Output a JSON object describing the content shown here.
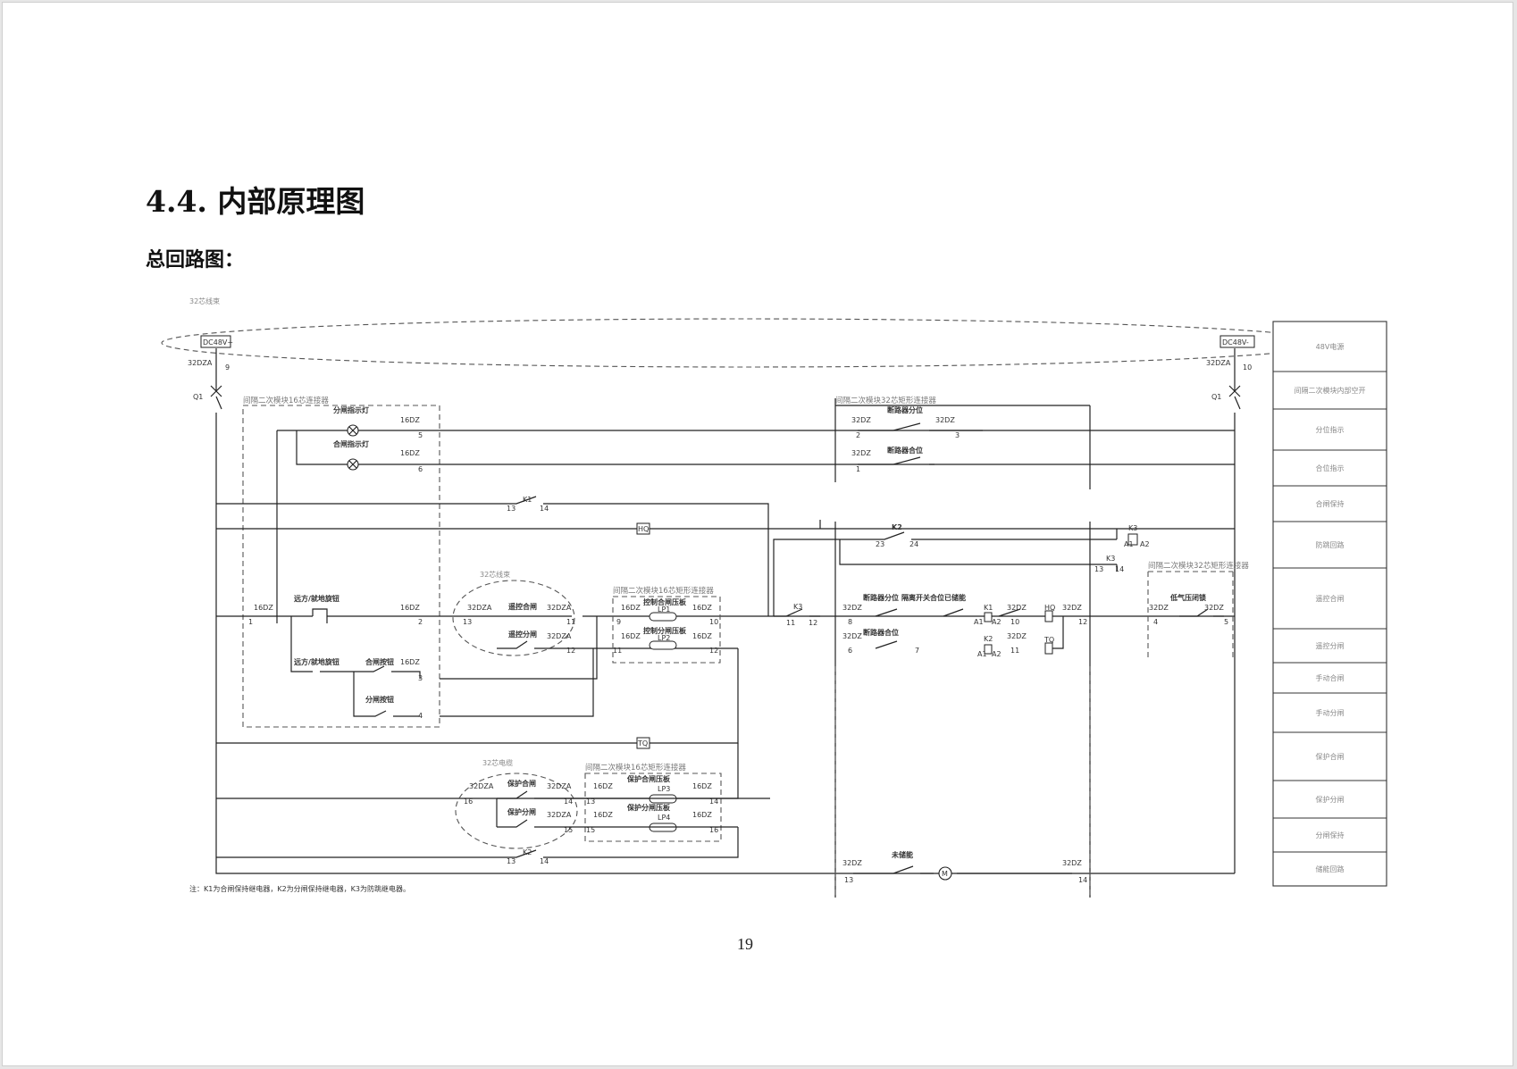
{
  "section_title": "4.4. 内部原理图",
  "sub_title": "总回路图：",
  "page_number": "19",
  "diagram": {
    "harness_32": "32芯线束",
    "dc_pos": "DC48V+",
    "dc_neg": "DC48V-",
    "q1": "Q1",
    "block_16core_left": "间隔二次模块16芯连接器",
    "block_32rect_top": "间隔二次模块32芯矩形连接器",
    "block_16core_ctrl": "间隔二次模块16芯矩形连接器",
    "block_16core_prot": "间隔二次模块16芯矩形连接器",
    "block_32rect_right": "间隔二次模块32芯矩形连接器",
    "harness_32_small": "32芯线束",
    "cable_32": "32芯电缆",
    "open_lamp": "分闸指示灯",
    "close_lamp": "合闸指示灯",
    "remote_local_switch": "远方/就地旋钮",
    "close_button": "合闸按钮",
    "open_button": "分闸按钮",
    "remote_close": "遥控合闸",
    "remote_open": "遥控分闸",
    "ctrl_close_plate": "控制合闸压板",
    "ctrl_open_plate": "控制分闸压板",
    "prot_close": "保护合闸",
    "prot_open": "保护分闸",
    "prot_close_plate": "保护合闸压板",
    "prot_open_plate": "保护分闸压板",
    "lp1": "LP1",
    "lp2": "LP2",
    "lp3": "LP3",
    "lp4": "LP4",
    "cb_open_pos": "断路器分位",
    "cb_close_pos": "断路器合位",
    "iso_closed": "隔离开关合位",
    "stored": "已储能",
    "not_stored": "未储能",
    "low_gas": "低气压闭锁",
    "hq": "HQ",
    "tq": "TQ",
    "k1": "K1",
    "k2": "K2",
    "k3": "K3",
    "a1": "A1",
    "a2": "A2",
    "motor": "M",
    "note": "注：K1为合闸保持继电器，K2为分闸保持继电器，K3为防跳继电器。",
    "legend": [
      "48V电源",
      "间隔二次模块内部空开",
      "分位指示",
      "合位指示",
      "合闸保持",
      "防跳回路",
      "遥控合闸",
      "遥控分闸",
      "手动合闸",
      "手动分闸",
      "保护合闸",
      "保护分闸",
      "分闸保持",
      "储能回路"
    ]
  }
}
